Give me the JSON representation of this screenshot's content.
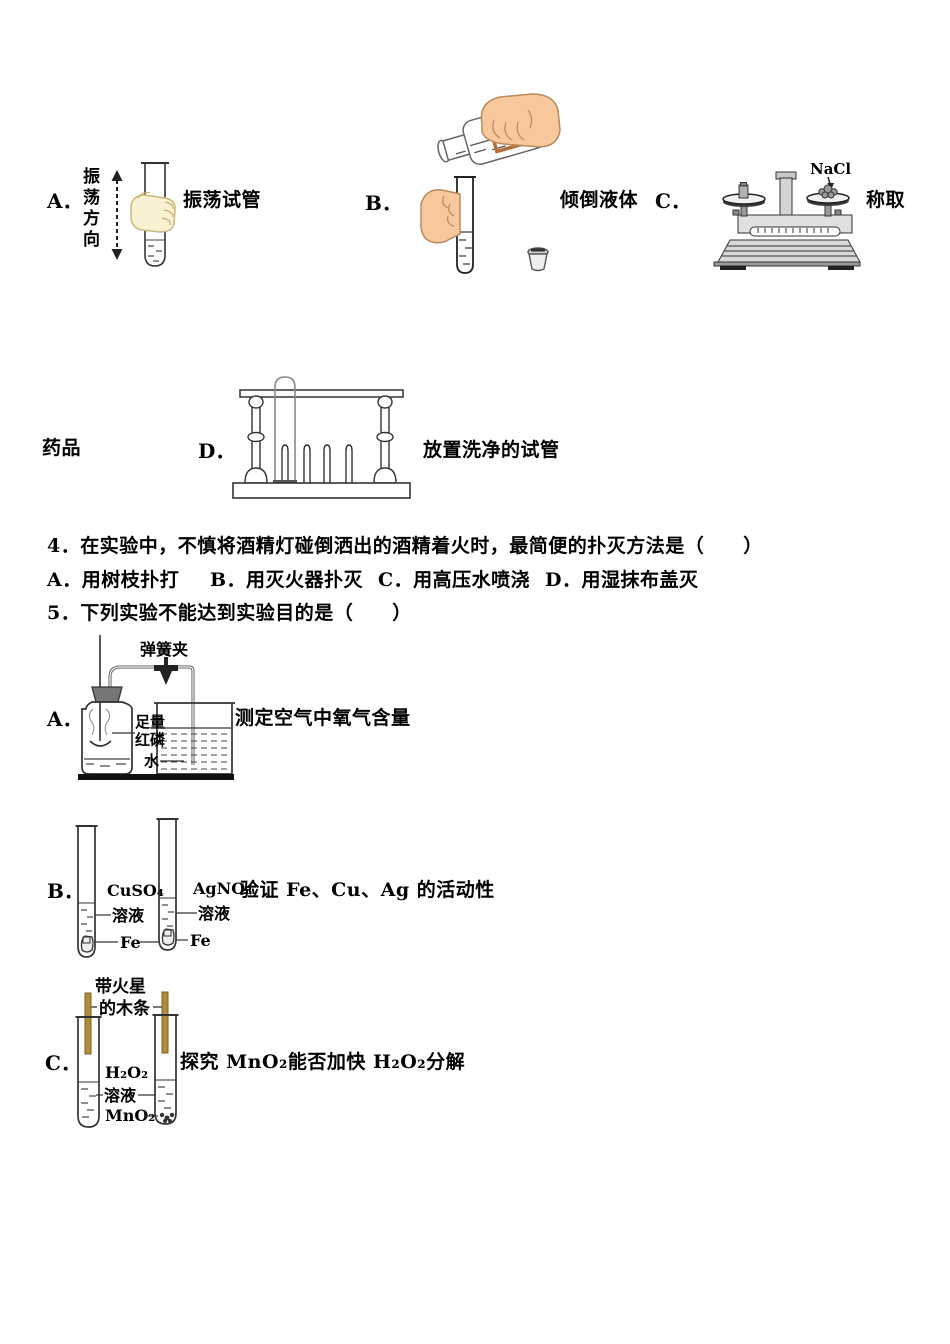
{
  "colors": {
    "ink": "#000000",
    "skin_pale": "#f8f2d2",
    "skin_tan": "#f6c89c",
    "bottle_label_orange": "#b5703a",
    "splint_brown": "#b08d3e",
    "metal_gray": "#d8d8d8"
  },
  "q3": {
    "option_a": {
      "letter": "A．",
      "caption": "振荡试管",
      "direction_label": "振荡方向"
    },
    "option_b": {
      "letter": "B．",
      "caption": "倾倒液体"
    },
    "option_c": {
      "letter": "C．",
      "caption_line1": "称取",
      "caption_line2": "药品",
      "substance_label": "NaCl"
    },
    "option_d": {
      "letter": "D．",
      "caption": "放置洗净的试管"
    }
  },
  "q4": {
    "stem": "4．在实验中，不慎将酒精灯碰倒洒出的酒精着火时，最简便的扑灭方法是（　　）",
    "option_a": "A．用树枝扑打",
    "option_b": "B．用灭火器扑灭",
    "option_c": "C．用高压水喷浇",
    "option_d": "D．用湿抹布盖灭"
  },
  "q5": {
    "stem": "5．下列实验不能达到实验目的是（　　）",
    "option_a": {
      "letter": "A．",
      "caption": "测定空气中氧气含量",
      "labels": {
        "clamp": "弹簧夹",
        "phosphorus1": "足量",
        "phosphorus2": "红磷",
        "water": "水"
      }
    },
    "option_b": {
      "letter": "B．",
      "caption": "验证 Fe、Cu、Ag 的活动性",
      "labels": {
        "left_solute": "CuSO₄",
        "left_solution": "溶液",
        "left_metal": "Fe",
        "right_solute": "AgNO₃",
        "right_solution": "溶液",
        "right_metal": "Fe"
      }
    },
    "option_c": {
      "letter": "C．",
      "caption": "探究 MnO₂能否加快 H₂O₂分解",
      "labels": {
        "splint1": "带火星",
        "splint2": "的木条",
        "peroxide": "H₂O₂",
        "solution": "溶液",
        "catalyst": "MnO₂"
      }
    }
  }
}
